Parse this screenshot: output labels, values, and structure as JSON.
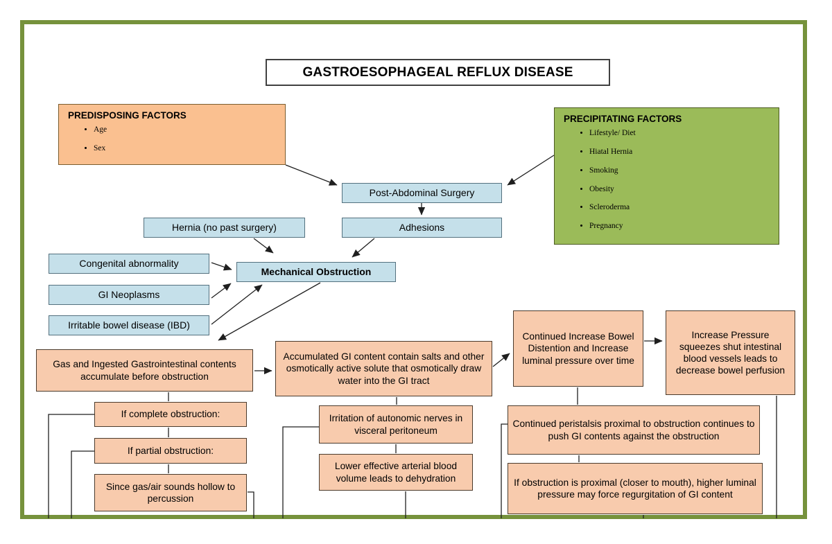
{
  "diagram": {
    "title": "GASTROESOPHAGEAL REFLUX DISEASE",
    "predisposing": {
      "heading": "PREDISPOSING FACTORS",
      "items": [
        "Age",
        "Sex"
      ]
    },
    "precipitating": {
      "heading": "PRECIPITATING FACTORS",
      "items": [
        "Lifestyle/ Diet",
        "Hiatal Hernia",
        "Smoking",
        "Obesity",
        "Scleroderma",
        "Pregnancy"
      ]
    },
    "nodes": {
      "post_abdominal_surgery": "Post-Abdominal Surgery",
      "adhesions": "Adhesions",
      "hernia": "Hernia (no past surgery)",
      "congenital": "Congenital abnormality",
      "gi_neoplasms": "GI Neoplasms",
      "ibd": "Irritable bowel disease (IBD)",
      "mechanical_obstruction": "Mechanical Obstruction",
      "gas_ingested": "Gas and Ingested Gastrointestinal contents accumulate before obstruction",
      "if_complete": "If complete obstruction:",
      "if_partial": "If partial obstruction:",
      "since_gas": "Since gas/air sounds hollow to percussion",
      "accumulated": "Accumulated GI content contain salts and other osmotically active solute that osmotically draw water into the GI tract",
      "irritation": "Irritation of autonomic nerves in visceral peritoneum",
      "lower_volume": "Lower effective arterial blood volume leads to dehydration",
      "continued_increase": "Continued Increase Bowel Distention and Increase luminal pressure over time",
      "increase_pressure": "Increase Pressure squeezes shut intestinal blood vessels leads to decrease bowel perfusion",
      "continued_peristalsis": "Continued peristalsis proximal to obstruction continues to push GI contents against the obstruction",
      "if_proximal": "If obstruction is proximal (closer to mouth), higher luminal pressure may force regurgitation of GI content"
    },
    "colors": {
      "frame_green": "#76923C",
      "factor_orange": "#FAC090",
      "factor_green": "#9BBB59",
      "node_blue": "#C5E0EA",
      "node_peach": "#F8CBAD"
    }
  }
}
